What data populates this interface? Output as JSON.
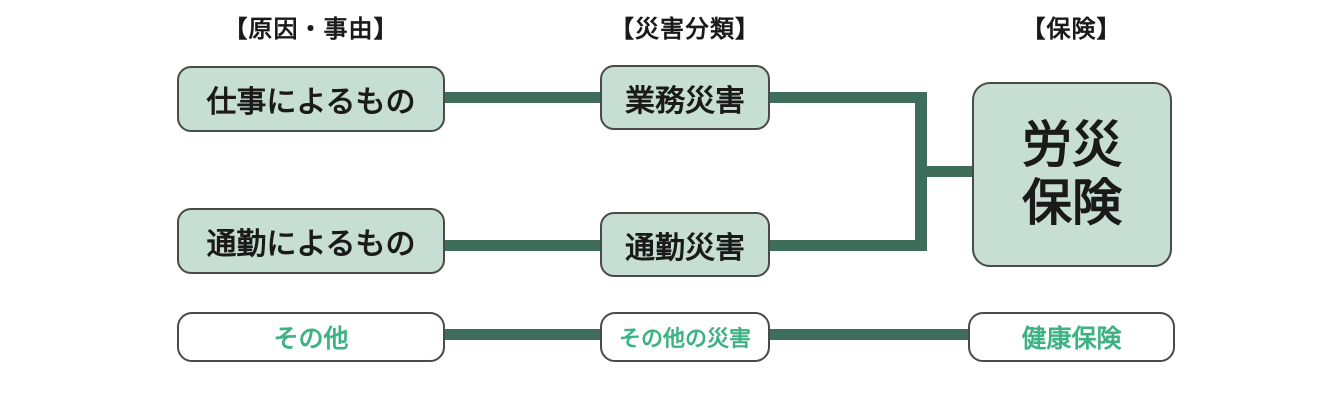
{
  "diagram": {
    "headers": {
      "cause": "【原因・事由】",
      "classification": "【災害分類】",
      "insurance": "【保険】"
    },
    "nodes": {
      "cause_work": {
        "label": "仕事によるもの"
      },
      "cause_commute": {
        "label": "通勤によるもの"
      },
      "cause_other": {
        "label": "その他"
      },
      "class_work": {
        "label": "業務災害"
      },
      "class_commute": {
        "label": "通勤災害"
      },
      "class_other": {
        "label": "その他の災害"
      },
      "insurance_rosai": {
        "label": "労災保険",
        "lines": [
          "労災",
          "保険"
        ]
      },
      "insurance_health": {
        "label": "健康保険"
      }
    },
    "colors": {
      "page_bg": "#ffffff",
      "box_fill": "#c6ded3",
      "box_border": "#4a4a4a",
      "connector": "#3e6e5b",
      "green_text": "#3db384",
      "text": "#1a1a1a"
    }
  }
}
